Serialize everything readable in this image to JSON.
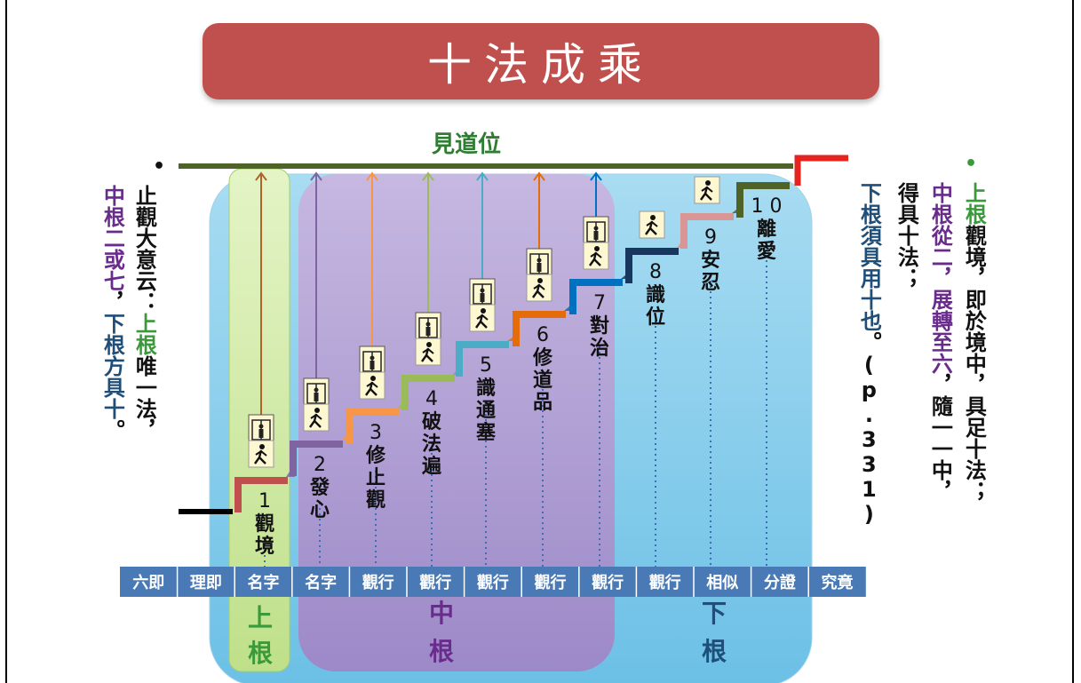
{
  "title": "十法成乘",
  "top_line_label": "見道位",
  "left_note": {
    "col1_part1": "止觀大意云：",
    "col1_part2": "上根",
    "col1_part3": "唯一法，",
    "col2_part1": "中根二或七",
    "col2_part2": "，",
    "col2_part3": "下根方具十",
    "col2_part4": "。"
  },
  "right_note": {
    "col1_part1": "上根",
    "col1_part2": "觀境，即於境中，具足十法；",
    "col2_part1": "中根從二，展轉至六",
    "col2_part2": "，隨一一中，",
    "col3": "得具十法；",
    "col4_part1": "下根須具用十也",
    "col4_part2": "。(p.331)"
  },
  "steps": [
    {
      "num": "1",
      "label": "觀境"
    },
    {
      "num": "2",
      "label": "發心"
    },
    {
      "num": "3",
      "label": "修止觀"
    },
    {
      "num": "4",
      "label": "破法遍"
    },
    {
      "num": "5",
      "label": "識通塞"
    },
    {
      "num": "6",
      "label": "修道品"
    },
    {
      "num": "7",
      "label": "對治"
    },
    {
      "num": "8",
      "label": "識位"
    },
    {
      "num": "9",
      "label": "安忍"
    },
    {
      "num": "1 0",
      "label": "離愛"
    }
  ],
  "six_identity_bar": [
    "六即",
    "理即",
    "名字",
    "名字",
    "觀行",
    "觀行",
    "觀行",
    "觀行",
    "觀行",
    "觀行",
    "相似",
    "分證",
    "究竟"
  ],
  "group_labels": {
    "upper": "上根",
    "middle": "中根",
    "lower": "下根"
  },
  "colors": {
    "title_bg": "#c0504d",
    "top_line": "#4f6228",
    "bar_bg": "#4a7ab5",
    "upper_green": "#3a9a3a",
    "middle_purple": "#6a2c8c",
    "lower_blue": "#1f4e79",
    "light_blue_region": "#8fd0ee",
    "purple_region": "#b9a4d6",
    "green_region": "#d4edaa"
  },
  "icons": {
    "elevator": "elevator-icon",
    "walker": "walking-person-icon"
  }
}
